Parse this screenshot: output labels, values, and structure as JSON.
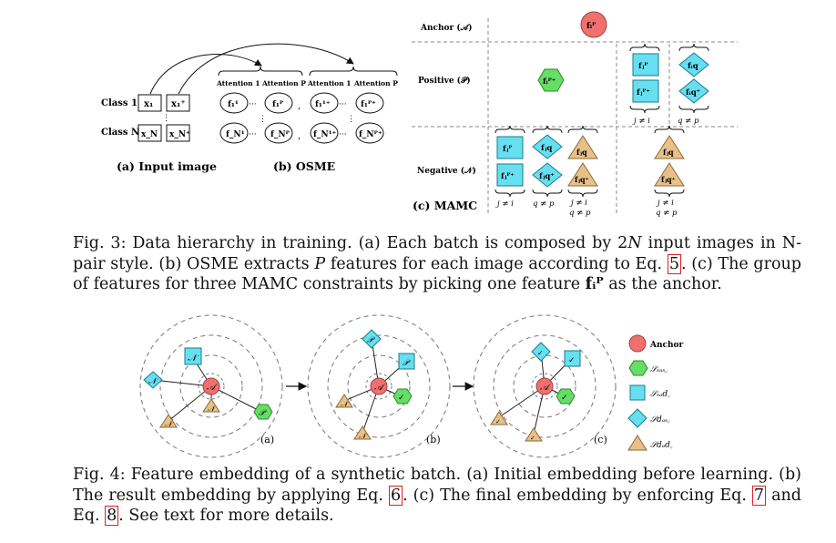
{
  "fig3": {
    "input": {
      "class1_label": "Class 1",
      "classN_label": "Class N",
      "x1": "x₁",
      "x1_plus": "x₁⁺",
      "xN": "x_N",
      "xN_plus": "x_N⁺",
      "caption": "(a) Input image"
    },
    "osme": {
      "attention_1": "Attention 1",
      "attention_P": "Attention P",
      "row1": [
        "f₁¹",
        "f₁ᴾ",
        "f₁¹⁺",
        "f₁ᴾ⁺"
      ],
      "rowN": [
        "f_N¹",
        "f_Nᴾ",
        "f_N¹⁺",
        "f_Nᴾ⁺"
      ],
      "caption": "(b) OSME"
    },
    "mamc": {
      "anchor_label": "Anchor (𝒜)",
      "positive_label": "Positive (𝒫)",
      "negative_label": "Negative (𝒩)",
      "caption": "(c) MAMC",
      "anchor_feature": "fᵢᴾ",
      "positive_hex": "fᵢᴾ⁺",
      "positive_sq": [
        "fⱼᴾ",
        "fⱼᴾ⁺"
      ],
      "positive_dia": [
        "fᵢq",
        "fᵢq⁺"
      ],
      "negative_sq": [
        "fⱼᴾ",
        "fⱼᴾ⁺"
      ],
      "negative_dia": [
        "fⱼq",
        "fⱼq⁺"
      ],
      "negative_tri": [
        "fⱼq",
        "fⱼq⁺"
      ],
      "negative_tri2": [
        "fⱼq",
        "fⱼq⁺"
      ],
      "cond_j_ne_i": "j ≠ i",
      "cond_q_ne_p": "q ≠ p"
    }
  },
  "fig3_caption": {
    "prefix": "Fig. 3: Data hierarchy in training. (a) Each batch is composed by 2",
    "N": "N",
    "mid1": " input images in N-pair style. (b) OSME extracts ",
    "P": "P",
    "mid2": " features for each image according to Eq. ",
    "eq": "5",
    "mid3": ". (c) The group of features for three MAMC constraints by picking one feature ",
    "feat": "fᵢᴾ",
    "suffix": " as the anchor."
  },
  "fig4": {
    "labels": [
      "(a)",
      "(b)",
      "(c)"
    ],
    "anchor_sym": "𝒜",
    "pos_sym": "𝒫",
    "neg_sym": "𝒩",
    "check": "✓",
    "legend": {
      "anchor": "Anchor",
      "sasc": "𝒮ₛₐₛ꜀",
      "sadc": "𝒮ₛₐd꜀",
      "dasc": "𝒮dₐₛ꜀",
      "dadc": "𝒮dₐd꜀"
    }
  },
  "fig4_caption": {
    "prefix": "Fig. 4: Feature embedding of a synthetic batch. (a) Initial embedding before learning. (b) The result embedding by applying Eq. ",
    "eq1": "6",
    "mid": ". (c) The final embedding by enforcing Eq. ",
    "eq2": "7",
    "mid2": " and Eq. ",
    "eq3": "8",
    "suffix": ". See text for more details."
  },
  "colors": {
    "anchor": "#f07070",
    "hexagon": "#66dd66",
    "square": "#66e0f0",
    "triangle": "#e8c088",
    "ref_box": "#e02020"
  }
}
